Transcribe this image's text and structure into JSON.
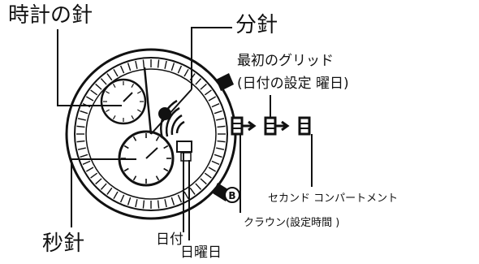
{
  "labels": {
    "hour_hand": "時計の針",
    "minute_hand": "分針",
    "first_click_line1": "最初のグリッド",
    "first_click_line2": "(日付の設定 曜日)",
    "second_click": "セカンド コンパートメント",
    "crown": "クラウン(設定時間 )",
    "second_hand": "秒針",
    "date": "日付",
    "weekday": "日曜日",
    "button_b": "B"
  },
  "colors": {
    "ink": "#111111",
    "paper": "#ffffff"
  }
}
